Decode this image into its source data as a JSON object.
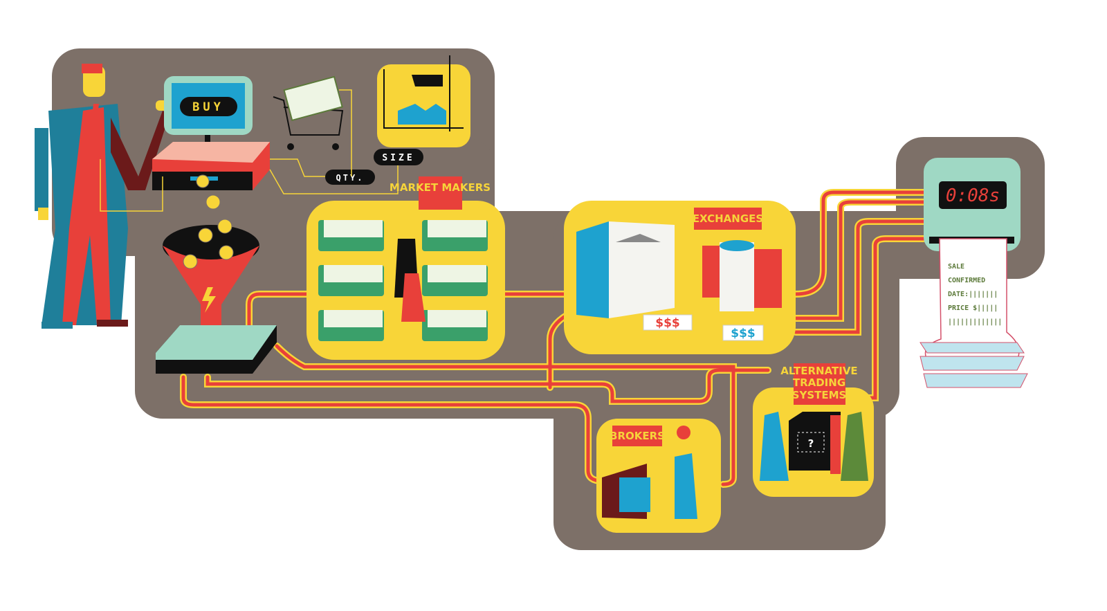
{
  "colors": {
    "background_panel": "#7d7068",
    "yellow": "#f8d538",
    "red": "#e8403a",
    "mint": "#9fd8c4",
    "blue": "#1ea2cf",
    "black": "#111111"
  },
  "order_input": {
    "screen_label": "BUY",
    "qty_label": "QTY.",
    "size_label": "SIZE"
  },
  "venues": {
    "market_makers": "MARKET MAKERS",
    "exchanges": "EXCHANGES",
    "exchange_price_1": "$$$",
    "exchange_price_2": "$$$",
    "brokers": "BROKERS",
    "ats_line1": "ALTERNATIVE",
    "ats_line2": "TRADING",
    "ats_line3": "SYSTEMS",
    "ats_box_symbol": "?"
  },
  "confirmation": {
    "timer": "0:08s",
    "receipt": [
      "SALE",
      "CONFIRMED",
      "DATE:|||||||",
      "PRICE $|||||",
      "|||||||||||||"
    ]
  }
}
